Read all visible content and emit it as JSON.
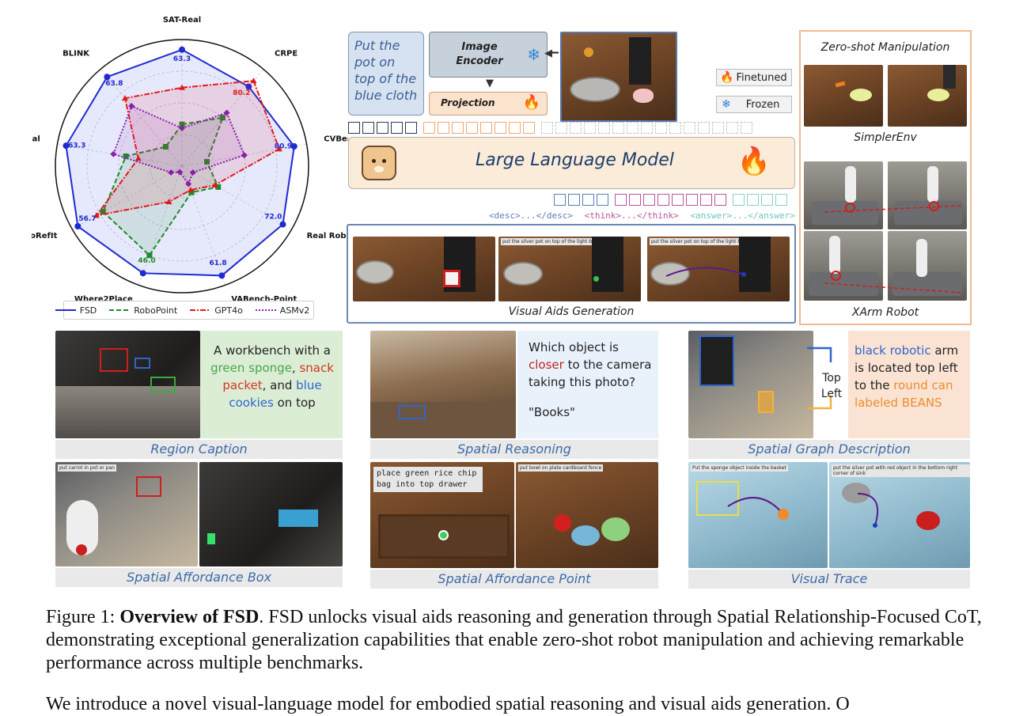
{
  "radar": {
    "axes": [
      "SAT-Real",
      "CRPE",
      "CVBench",
      "Real Robot",
      "VABench-Point",
      "Where2Place",
      "RoboRefIt",
      "EmbSpatial",
      "BLINK"
    ],
    "value_labels": [
      "63.3",
      "80.2",
      "80.9",
      "72.0",
      "61.8",
      "46.0",
      "56.7",
      "63.3",
      "63.8"
    ],
    "legend": [
      "FSD",
      "RoboPoint",
      "GPT4o",
      "ASMv2"
    ],
    "colors": {
      "FSD": "#1f2ad0",
      "RoboPoint": "#1f8a2a",
      "GPT4o": "#e01b1b",
      "ASMv2": "#8a1fa6"
    }
  },
  "pipeline": {
    "instruction": "Put the pot on top of the blue cloth",
    "image_encoder": "Image Encoder",
    "projection": "Projection",
    "finetuned": "Finetuned",
    "frozen": "Frozen",
    "llm": "Large Language Model",
    "tags": {
      "desc": "<desc>...</desc>",
      "think": "<think>...</think>",
      "answer": "<answer>...</answer>"
    },
    "visual_aids_caption": "Visual Aids Generation",
    "frame_text_1": "put the silver pot on top of the light blue cloth",
    "frame_text_2": "put the silver pot on top of the light blue cloth"
  },
  "right_panel": {
    "title": "Zero-shot Manipulation",
    "simpler": "SimplerEnv",
    "xarm": "XArm Robot"
  },
  "panels": {
    "region_caption": {
      "caption": "Region Caption",
      "t1": "A workbench with a ",
      "t2": "green sponge",
      "t3": ", ",
      "t4": "snack packet",
      "t5": ", and ",
      "t6": "blue cookies",
      "t7": " on top"
    },
    "spatial_reasoning": {
      "caption": "Spatial Reasoning",
      "q1": "Which object is ",
      "q2": "closer",
      "q3": " to the camera taking this photo?",
      "answer": "\"Books\""
    },
    "spatial_graph": {
      "caption": "Spatial Graph Description",
      "rel": "Top Left",
      "d1": "black robotic",
      "d2": " arm is located top left to the ",
      "d3": "round can labeled BEANS"
    },
    "affordance_box": {
      "caption": "Spatial Affordance Box",
      "frame_text": "put carrot in pot or pan"
    },
    "affordance_point": {
      "caption": "Spatial Affordance Point",
      "instruction": "place green rice chip bag into top drawer",
      "frame_text": "put bowl on plate cardboard fence"
    },
    "visual_trace": {
      "caption": "Visual Trace",
      "frame_text_1": "Put the sponge object inside the basket",
      "frame_text_2": "put the silver pot with red object in the bottom right corner of sink"
    }
  },
  "figure_caption": {
    "prefix": "Figure 1: ",
    "bold": "Overview of FSD",
    "rest": ". FSD unlocks visual aids reasoning and generation through Spatial Relationship-Focused CoT, demonstrating exceptional generalization capabilities that enable zero-shot robot manipulation and achieving remarkable performance across multiple benchmarks.",
    "next_line": "We introduce a novel visual-language model for embodied spatial reasoning and visual aids generation. O"
  },
  "chart_data": {
    "type": "radar",
    "categories": [
      "SAT-Real",
      "CRPE",
      "CVBench",
      "Real Robot",
      "VABench-Point",
      "Where2Place",
      "RoboRefIt",
      "EmbSpatial",
      "BLINK"
    ],
    "series": [
      {
        "name": "FSD",
        "values": [
          63.3,
          80.2,
          80.9,
          72.0,
          61.8,
          46.0,
          56.7,
          63.3,
          63.8
        ]
      },
      {
        "name": "RoboPoint",
        "values": [
          0.33,
          0.5,
          0.2,
          0.33,
          0.22,
          0.75,
          0.72,
          0.45,
          0.2
        ]
      },
      {
        "name": "GPT4o",
        "values": [
          0.62,
          0.88,
          0.78,
          0.3,
          0.2,
          0.3,
          0.78,
          0.35,
          0.7
        ]
      },
      {
        "name": "ASMv2",
        "values": [
          0.3,
          0.55,
          0.5,
          0.1,
          0.15,
          0.05,
          0.1,
          0.55,
          0.62
        ]
      }
    ],
    "legend_position": "bottom",
    "grid": true
  }
}
